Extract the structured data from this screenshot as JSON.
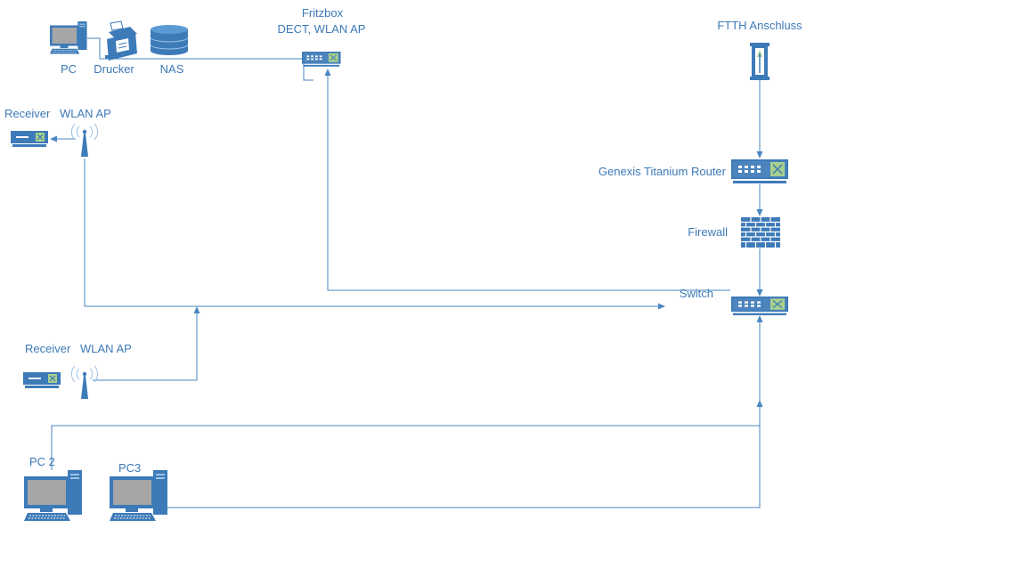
{
  "colors": {
    "line": "#4a86c0",
    "device": "#3d7ab8",
    "device_light": "#9dc3e6",
    "port_green": "#a8d08d",
    "screen": "#a6a6a6",
    "text": "#3d7ab8"
  },
  "nodes": {
    "pc": {
      "label": "PC",
      "icon": "desktop-pc-icon"
    },
    "drucker": {
      "label": "Drucker",
      "icon": "printer-icon"
    },
    "nas": {
      "label": "NAS",
      "icon": "nas-storage-icon"
    },
    "fritzbox": {
      "label_line1": "Fritzbox",
      "label_line2": "DECT, WLAN AP",
      "icon": "router-icon"
    },
    "ftth": {
      "label": "FTTH Anschluss",
      "icon": "fiber-termination-icon"
    },
    "genexis": {
      "label": "Genexis Titanium Router",
      "icon": "router-icon"
    },
    "firewall": {
      "label": "Firewall",
      "icon": "firewall-brick-icon"
    },
    "switch": {
      "label": "Switch",
      "icon": "switch-icon"
    },
    "receiver1": {
      "label": "Receiver",
      "icon": "receiver-box-icon"
    },
    "wlan_ap1": {
      "label": "WLAN AP",
      "icon": "wireless-antenna-icon"
    },
    "receiver2": {
      "label": "Receiver",
      "icon": "receiver-box-icon"
    },
    "wlan_ap2": {
      "label": "WLAN AP",
      "icon": "wireless-antenna-icon"
    },
    "pc2": {
      "label": "PC 2",
      "icon": "desktop-pc-icon"
    },
    "pc3": {
      "label": "PC3",
      "icon": "desktop-pc-icon"
    }
  },
  "edges": [
    {
      "from": "pc",
      "to": "fritzbox"
    },
    {
      "from": "ftth",
      "to": "genexis"
    },
    {
      "from": "genexis",
      "to": "firewall"
    },
    {
      "from": "firewall",
      "to": "switch"
    },
    {
      "from": "switch",
      "to": "fritzbox"
    },
    {
      "from": "wlan_ap1",
      "to": "receiver1"
    },
    {
      "from": "wlan_ap1",
      "to": "switch"
    },
    {
      "from": "wlan_ap2",
      "to": "switch"
    },
    {
      "from": "pc2",
      "to": "switch"
    },
    {
      "from": "pc3",
      "to": "switch"
    }
  ]
}
